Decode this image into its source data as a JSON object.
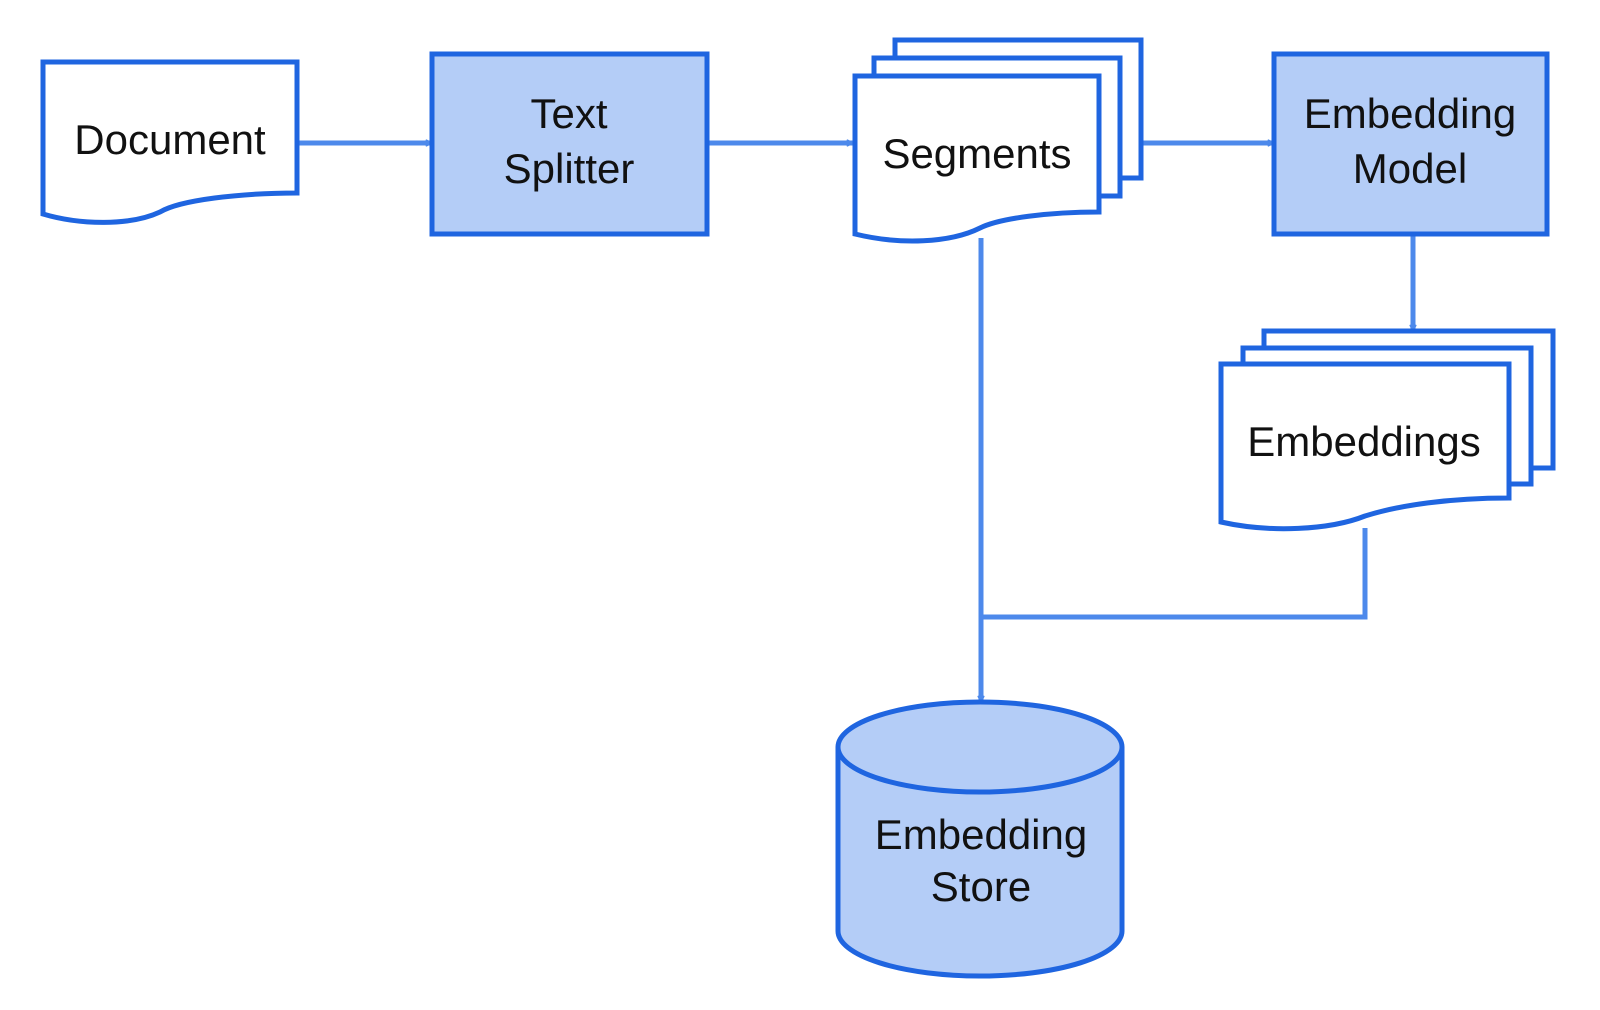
{
  "colors": {
    "border": "#1f65e0",
    "fill_light": "#b4cdf7",
    "fill_white": "#ffffff",
    "connector": "#4d89eb",
    "text": "#111111"
  },
  "nodes": {
    "document": {
      "label": "Document"
    },
    "text_splitter": {
      "line1": "Text",
      "line2": "Splitter"
    },
    "segments": {
      "label": "Segments"
    },
    "embedding_model": {
      "line1": "Embedding",
      "line2": "Model"
    },
    "embeddings": {
      "label": "Embeddings"
    },
    "embedding_store": {
      "line1": "Embedding",
      "line2": "Store"
    }
  }
}
